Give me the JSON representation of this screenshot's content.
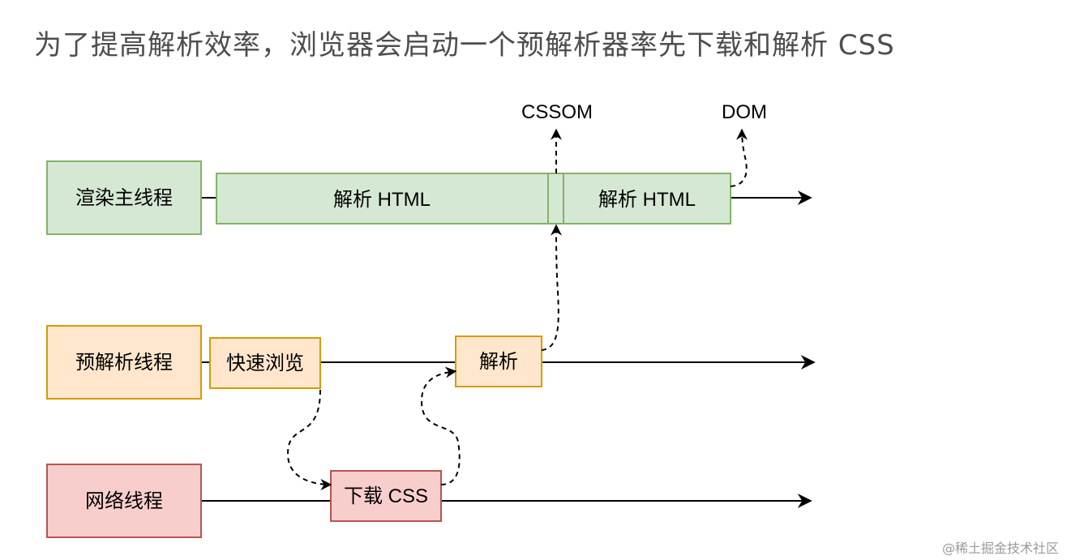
{
  "heading": "为了提高解析效率，浏览器会启动一个预解析器率先下载和解析  CSS",
  "threads": {
    "main": "渲染主线程",
    "preparse": "预解析线程",
    "network": "网络线程"
  },
  "tasks": {
    "parse_html_1": "解析 HTML",
    "parse_html_2": "解析 HTML",
    "quick_browse": "快速浏览",
    "parse": "解析",
    "download_css": "下载 CSS"
  },
  "outputs": {
    "cssom": "CSSOM",
    "dom": "DOM"
  },
  "watermark": "@稀土掘金技术社区",
  "colors": {
    "green_fill": "#d5e8d4",
    "green_stroke": "#82b366",
    "orange_fill": "#ffe6cc",
    "orange_stroke": "#d79b00",
    "red_fill": "#f8cecc",
    "red_stroke": "#b85450",
    "line": "#000000"
  }
}
